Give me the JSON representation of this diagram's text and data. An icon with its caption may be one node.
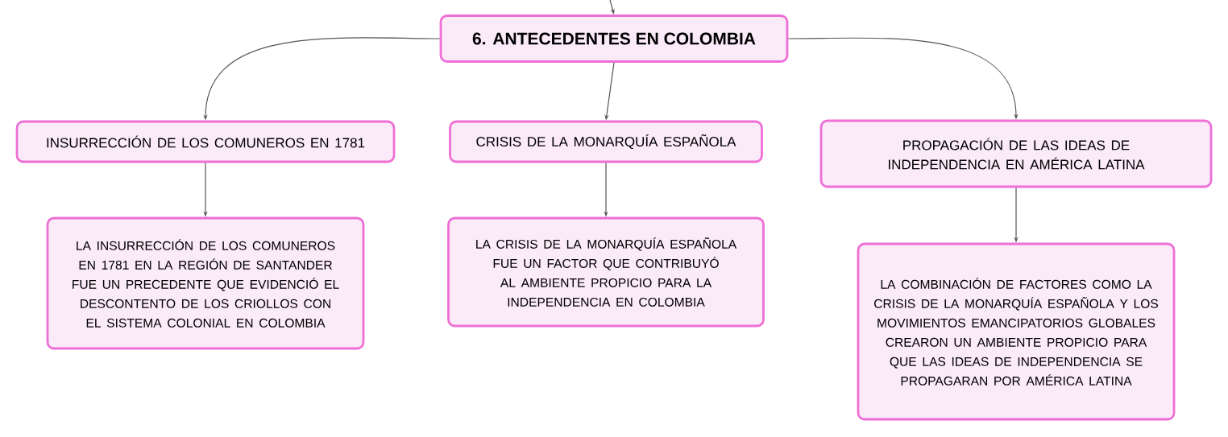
{
  "diagram": {
    "nodes": [
      {
        "text": [
          "6. ANTECEDENTES EN COLOMBIA"
        ]
      },
      {
        "text": [
          "INSURRECCIÓN DE LOS COMUNEROS EN 1781"
        ]
      },
      {
        "text": [
          "CRISIS DE LA MONARQUÍA ESPAÑOLA"
        ]
      },
      {
        "text": [
          "PROPAGACIÓN DE LAS IDEAS DE INDEPENDENCIA EN AMÉRICA LATINA"
        ]
      },
      {
        "text": [
          "LA INSURRECCIÓN DE LOS COMUNEROS EN 1781 EN LA REGIÓN DE SANTANDER FUE UN PRECEDENTE QUE EVIDENCIÓ EL DESCONTENTO DE LOS CRIOLLOS CON EL SISTEMA COLONIAL EN COLOMBIA"
        ]
      },
      {
        "text": [
          "LA CRISIS DE LA MONARQUÍA ESPAÑOLA FUE UN FACTOR QUE CONTRIBUYÓ AL AMBIENTE PROPICIO PARA LA INDEPENDENCIA EN COLOMBIA"
        ]
      },
      {
        "text": [
          "LA COMBINACIÓN DE FACTORES COMO LA CRISIS DE LA MONARQUÍA ESPAÑOLA Y LOS MOVIMIENTOS EMANCIPATORIOS GLOBALES CREARON UN AMBIENTE PROPICIO PARA QUE LAS IDEAS DE INDEPENDENCIA SE PROPAGARAN POR AMÉRICA LATINA"
        ]
      }
    ],
    "edges": [
      {
        "from": null,
        "to": 0,
        "arrow": "to"
      },
      {
        "from": 0,
        "to": 1,
        "arrow": "to"
      },
      {
        "from": 0,
        "to": 2,
        "arrow": "to"
      },
      {
        "from": 0,
        "to": 3,
        "arrow": "to"
      },
      {
        "from": 1,
        "to": 4,
        "arrow": "to"
      },
      {
        "from": 2,
        "to": 5,
        "arrow": "to"
      },
      {
        "from": 3,
        "to": 6,
        "arrow": "to"
      }
    ]
  }
}
